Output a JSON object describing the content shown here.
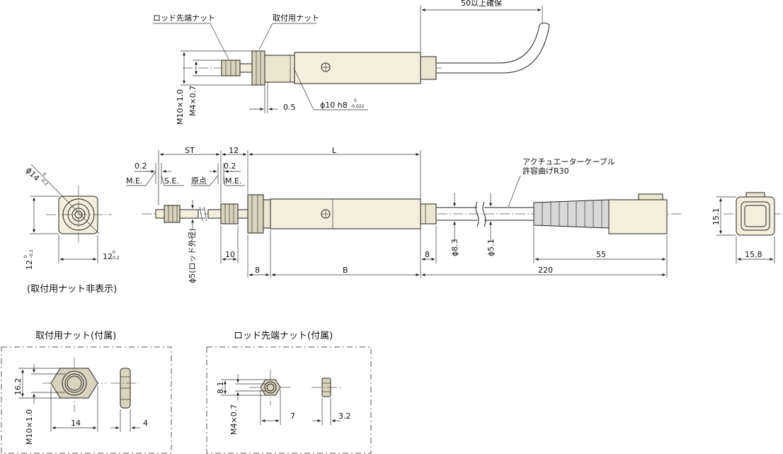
{
  "labels": {
    "rod_tip_nut": "ロッド先端ナット",
    "mount_nut": "取付用ナット",
    "keep_50": "50以上確保",
    "m10": "M10×1.0",
    "m4": "M4×0.7",
    "d05": "0.5",
    "phi10_main": "ϕ10 h8",
    "phi10_tol_top": "0",
    "phi10_tol_bot": "-0.022",
    "phi14": "ϕ14",
    "tol0_a": "0",
    "tol_a": "-0.2",
    "d12_left": "12",
    "tol0_b": "0",
    "tol_b": "-0.2",
    "d12_bottom": "12",
    "tol0_c": "0",
    "tol_c": "-0.2",
    "hidden_note": "(取付用ナット非表示)",
    "st": "ST",
    "d12_top": "12",
    "l": "L",
    "d02_a": "0.2",
    "d02_b": "0.2",
    "me_a": "M.E.",
    "se": "S.E.",
    "origin": "原点",
    "me_b": "M.E.",
    "phi5": "ϕ5(ロッド外径)",
    "d10": "10",
    "d8_left": "8",
    "b": "B",
    "d8_right": "8",
    "phi83": "ϕ8.3",
    "phi51": "ϕ5.1",
    "cable1": "アクチュエーターケーブル",
    "cable2": "許容曲げR30",
    "d55": "55",
    "d220": "220",
    "d151": "15.1",
    "d158": "15.8",
    "mount_nut_title": "取付用ナット(付属)",
    "rod_nut_title": "ロッド先端ナット(付属)",
    "d162": "16.2",
    "m10b": "M10×1.0",
    "d14": "14",
    "d4": "4",
    "d81": "8.1",
    "m4b": "M4×0.7",
    "d7": "7",
    "d32": "3.2"
  }
}
